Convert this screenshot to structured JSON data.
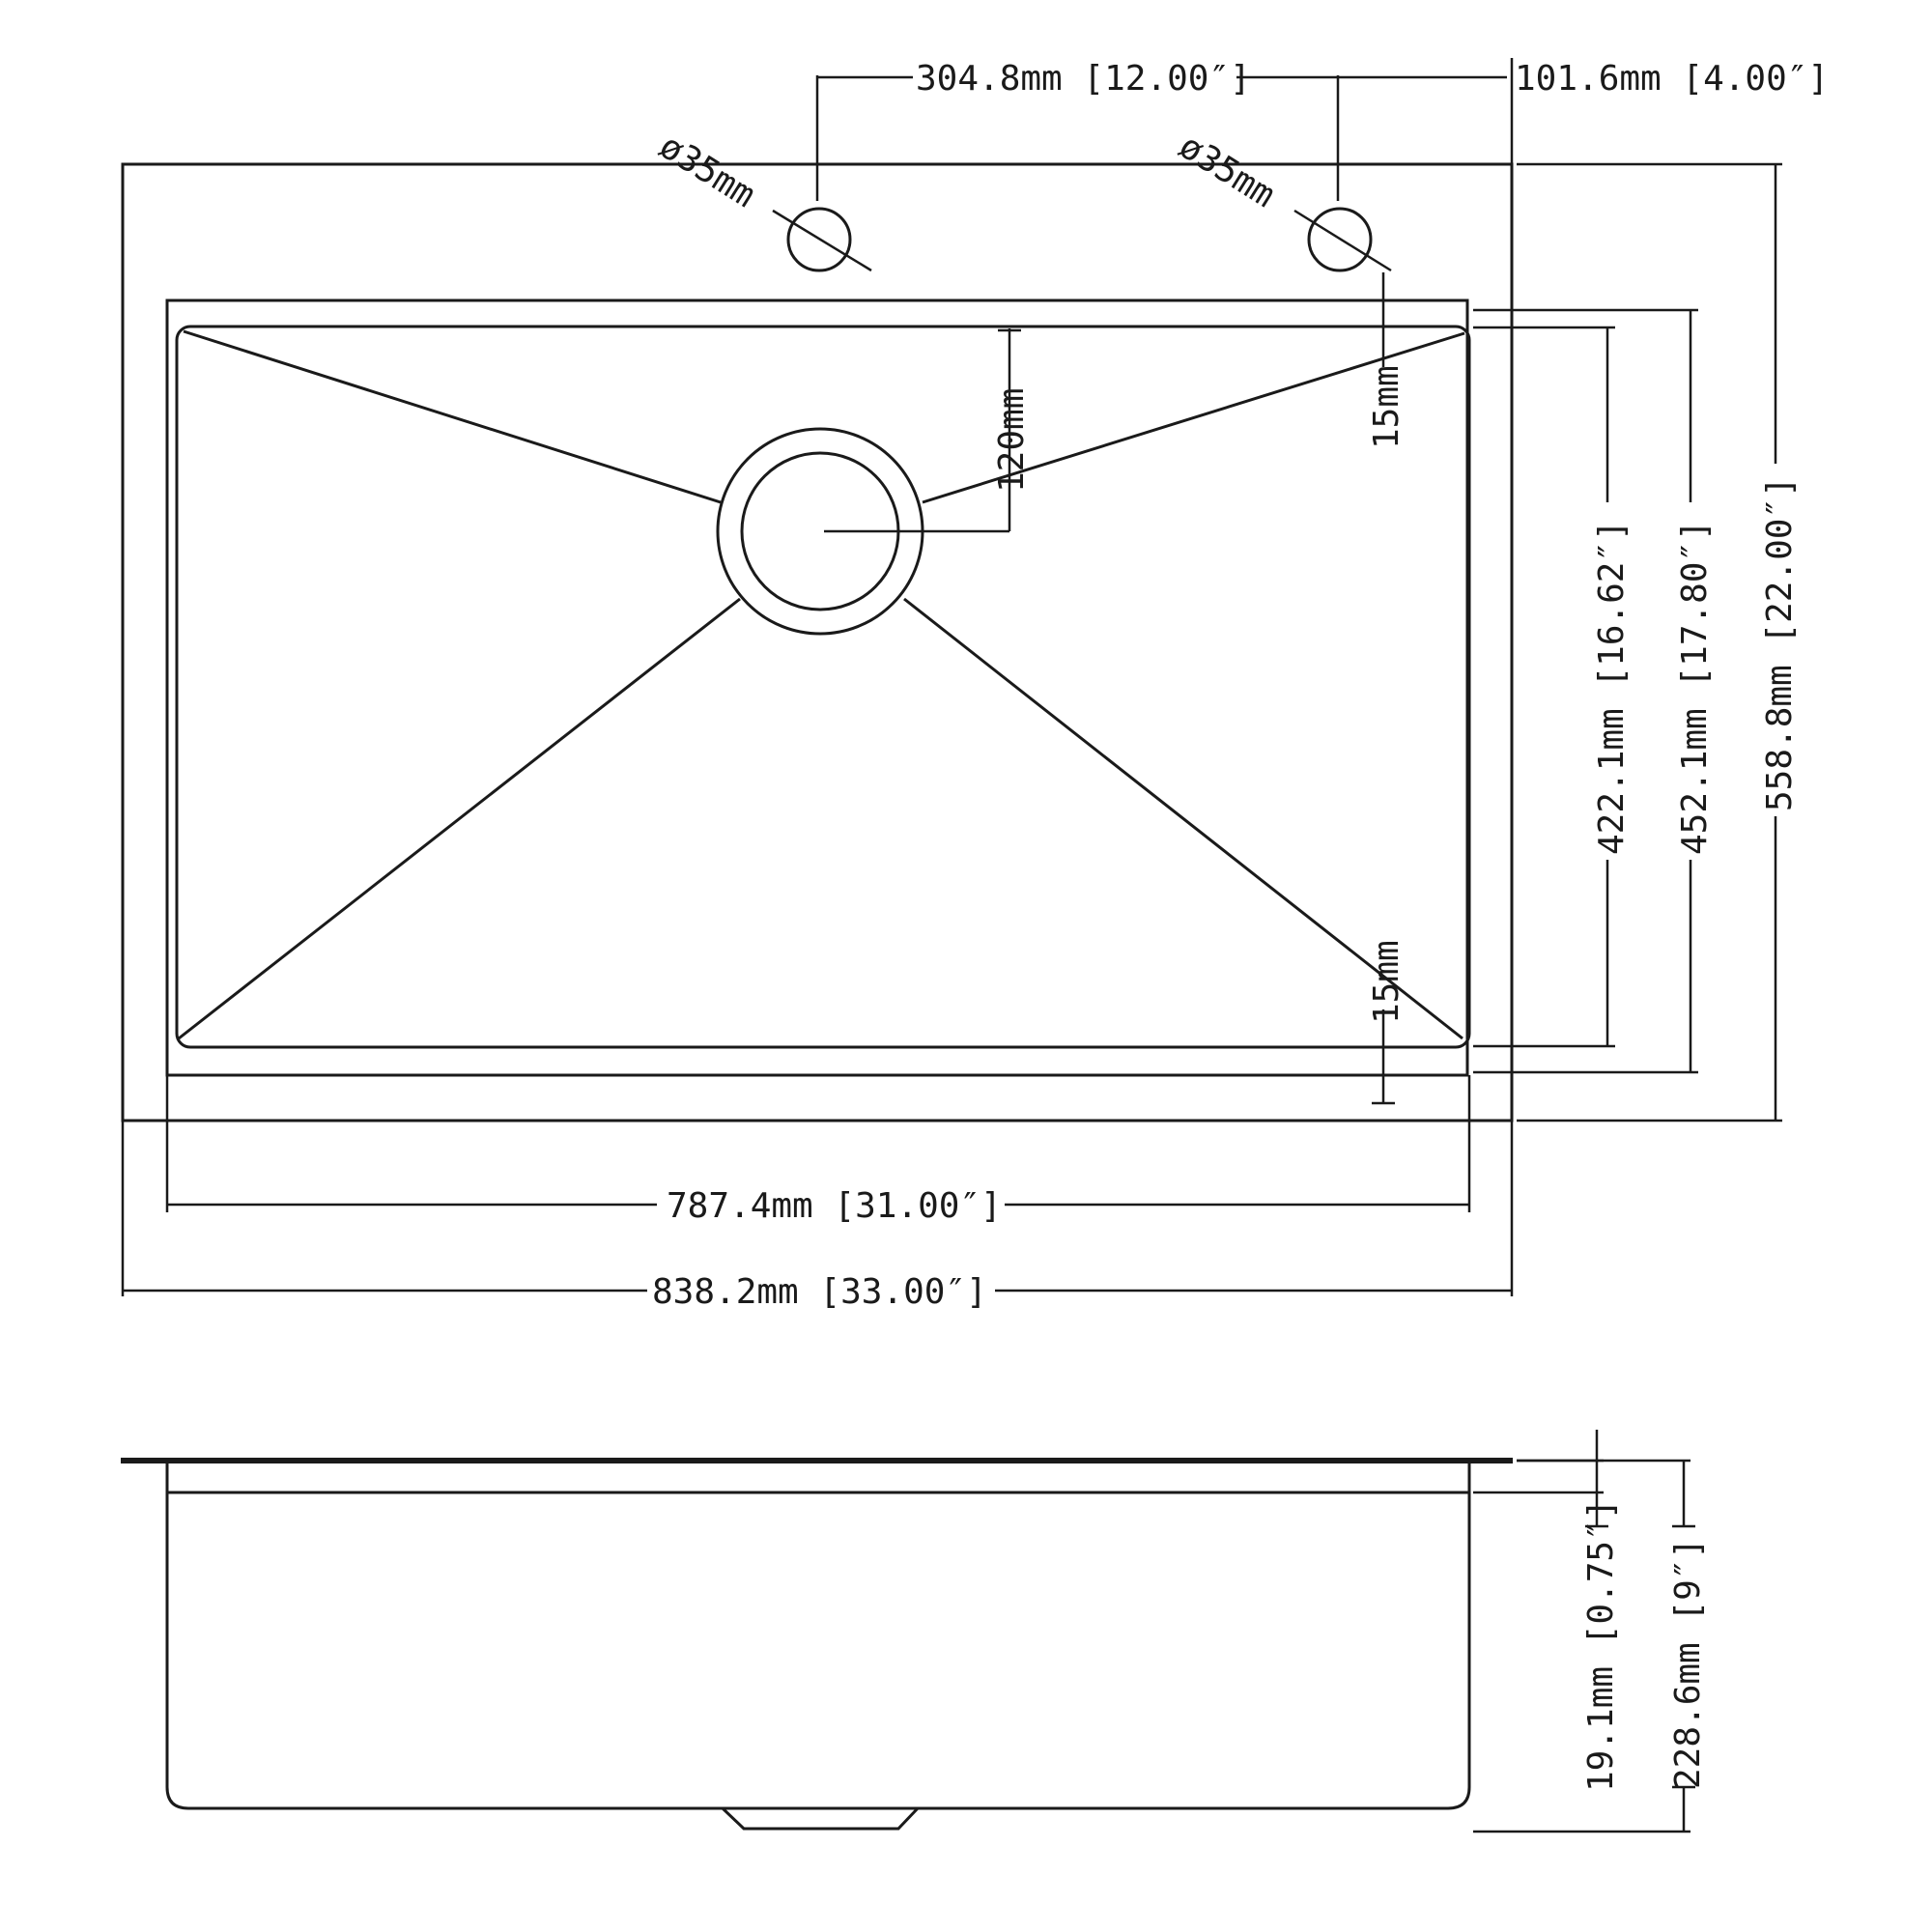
{
  "top_view": {
    "faucet_hole_left_label": "ø35mm",
    "faucet_hole_right_label": "ø35mm",
    "hole_spacing_label": "304.8mm [12.00″]",
    "hole_offset_label": "101.6mm [4.00″]",
    "drain_radius_label": "120mm",
    "rim_top_label": "15mm",
    "rim_bottom_label": "15mm",
    "bowl_width_label": "787.4mm [31.00″]",
    "overall_width_label": "838.2mm [33.00″]",
    "bowl_depth_label": "422.1mm [16.62″]",
    "inner_depth_label": "452.1mm [17.80″]",
    "overall_depth_label": "558.8mm [22.00″]"
  },
  "side_view": {
    "rim_height_label": "19.1mm [0.75″]",
    "bowl_height_label": "228.6mm [9″]"
  }
}
